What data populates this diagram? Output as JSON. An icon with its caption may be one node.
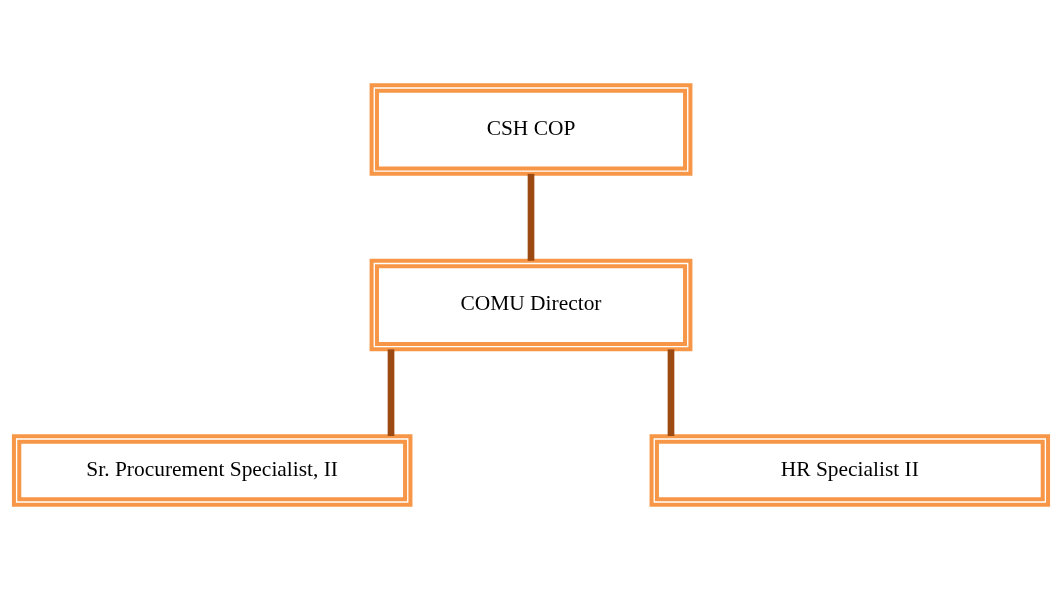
{
  "diagram": {
    "nodes": [
      {
        "text": [
          "CSH COP"
        ]
      },
      {
        "text": [
          "COMU Director"
        ]
      },
      {
        "text": [
          "Sr. Procurement Specialist, II"
        ]
      },
      {
        "text": [
          "HR Specialist II"
        ]
      }
    ],
    "edges": [
      {
        "from": 0,
        "to": 1,
        "arrow": "none"
      },
      {
        "from": 1,
        "to": 2,
        "arrow": "none"
      },
      {
        "from": 1,
        "to": 3,
        "arrow": "none"
      }
    ]
  }
}
